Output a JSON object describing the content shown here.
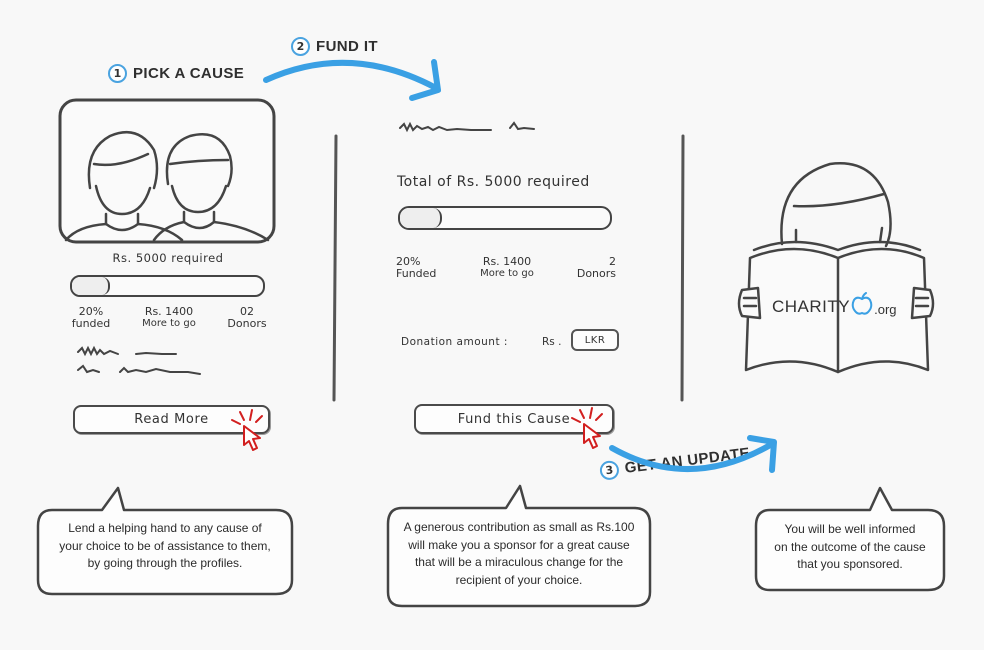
{
  "steps": [
    {
      "number": "1",
      "label": "PICK A CAUSE"
    },
    {
      "number": "2",
      "label": "FUND IT"
    },
    {
      "number": "3",
      "label": "GET AN UPDATE"
    }
  ],
  "colors": {
    "accent": "#4aa3e0",
    "ink": "#444444",
    "cursor": "#d21f1f"
  },
  "cause_card": {
    "required": "Rs. 5000 required",
    "progress": 0.2,
    "stats": [
      {
        "value": "20%",
        "label": "funded"
      },
      {
        "value": "Rs. 1400",
        "label": "More to go"
      },
      {
        "value": "02",
        "label": "Donors"
      }
    ],
    "button": "Read More"
  },
  "fund_panel": {
    "total": "Total of Rs. 5000 required",
    "progress": 0.2,
    "stats": [
      {
        "value": "20%",
        "label": "Funded"
      },
      {
        "value": "Rs. 1400",
        "label": "More to go"
      },
      {
        "value": "2",
        "label": "Donors"
      }
    ],
    "donation_label": "Donation amount :",
    "currency_prefix": "Rs .",
    "currency_unit": "LKR",
    "button": "Fund this Cause"
  },
  "update_panel": {
    "brand_prefix": "CHARITY",
    "brand_suffix": ".org",
    "icon": "apple-icon"
  },
  "bubbles": [
    {
      "lines": [
        "Lend a helping hand to any cause of",
        "your choice to be of assistance to them,",
        "by going through the profiles."
      ]
    },
    {
      "lines": [
        "A generous contribution as small as Rs.100",
        "will make you a sponsor for a great cause",
        "that will be a miraculous change for the",
        "recipient of your choice."
      ]
    },
    {
      "lines": [
        "You will be well informed",
        "on the outcome of the cause",
        "that you sponsored."
      ]
    }
  ]
}
